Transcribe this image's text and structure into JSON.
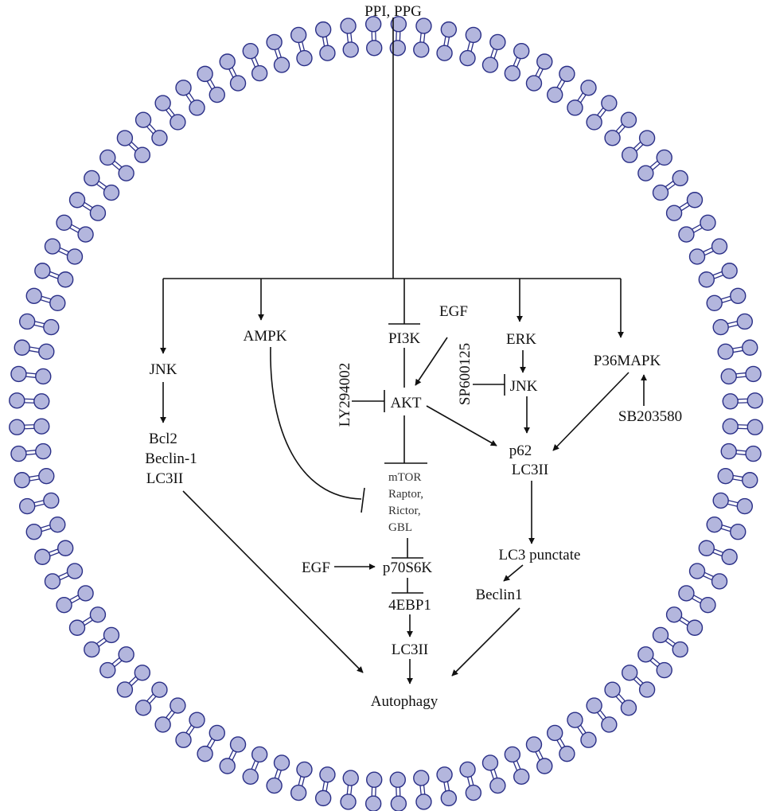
{
  "colors": {
    "background": "#ffffff",
    "membrane_head_fill": "#b3b6dd",
    "membrane_head_stroke": "#2a2f87",
    "membrane_tail": "#2a2f87",
    "line": "#111111"
  },
  "stimulus": "PPI, PPG",
  "nodes": {
    "jnk_left": "JNK",
    "bcl2": "Bcl2",
    "beclin_1": "Beclin-1",
    "lc3ii_left": "LC3II",
    "ampk": "AMPK",
    "pi3k": "PI3K",
    "egf_top": "EGF",
    "akt": "AKT",
    "ly294002": "LY294002",
    "mtor": "mTOR",
    "raptor": "Raptor,",
    "rictor": "Rictor,",
    "gbl": "GBL",
    "egf_bottom": "EGF",
    "p70s6k": "p70S6K",
    "ebp1": "4EBP1",
    "lc3ii_center": "LC3II",
    "autophagy": "Autophagy",
    "erk": "ERK",
    "sp600125": "SP600125",
    "jnk_right": "JNK",
    "p36mapk": "P36MAPK",
    "sb203580": "SB203580",
    "p62": "p62",
    "lc3ii_right": "LC3II",
    "lc3_punctate": "LC3 punctate",
    "beclin1_right": "Beclin1"
  },
  "edges": [
    {
      "from": "PPI, PPG",
      "to": "JNK",
      "type": "activation"
    },
    {
      "from": "PPI, PPG",
      "to": "AMPK",
      "type": "activation"
    },
    {
      "from": "PPI, PPG",
      "to": "PI3K",
      "type": "inhibition"
    },
    {
      "from": "PPI, PPG",
      "to": "ERK",
      "type": "activation"
    },
    {
      "from": "PPI, PPG",
      "to": "P36MAPK",
      "type": "activation"
    },
    {
      "from": "JNK",
      "to": "Bcl2 / Beclin-1 / LC3II",
      "type": "activation"
    },
    {
      "from": "Bcl2 / Beclin-1 / LC3II",
      "to": "Autophagy",
      "type": "activation"
    },
    {
      "from": "AMPK",
      "to": "mTOR complex",
      "type": "inhibition"
    },
    {
      "from": "PI3K",
      "to": "AKT",
      "type": "activation"
    },
    {
      "from": "EGF",
      "to": "AKT",
      "type": "activation"
    },
    {
      "from": "LY294002",
      "to": "AKT",
      "type": "inhibition"
    },
    {
      "from": "AKT",
      "to": "mTOR complex",
      "type": "inhibition"
    },
    {
      "from": "AKT",
      "to": "p62 / LC3II",
      "type": "activation"
    },
    {
      "from": "mTOR complex",
      "to": "p70S6K",
      "type": "inhibition"
    },
    {
      "from": "EGF",
      "to": "p70S6K",
      "type": "activation"
    },
    {
      "from": "p70S6K",
      "to": "4EBP1",
      "type": "inhibition"
    },
    {
      "from": "4EBP1",
      "to": "LC3II",
      "type": "activation"
    },
    {
      "from": "LC3II",
      "to": "Autophagy",
      "type": "activation"
    },
    {
      "from": "ERK",
      "to": "JNK",
      "type": "activation"
    },
    {
      "from": "SP600125",
      "to": "JNK",
      "type": "inhibition"
    },
    {
      "from": "JNK",
      "to": "p62 / LC3II",
      "type": "activation"
    },
    {
      "from": "P36MAPK",
      "to": "p62 / LC3II",
      "type": "activation"
    },
    {
      "from": "SB203580",
      "to": "P36MAPK",
      "type": "activation"
    },
    {
      "from": "p62 / LC3II",
      "to": "LC3 punctate",
      "type": "activation"
    },
    {
      "from": "LC3 punctate",
      "to": "Beclin1",
      "type": "activation"
    },
    {
      "from": "Beclin1",
      "to": "Autophagy",
      "type": "activation"
    }
  ]
}
